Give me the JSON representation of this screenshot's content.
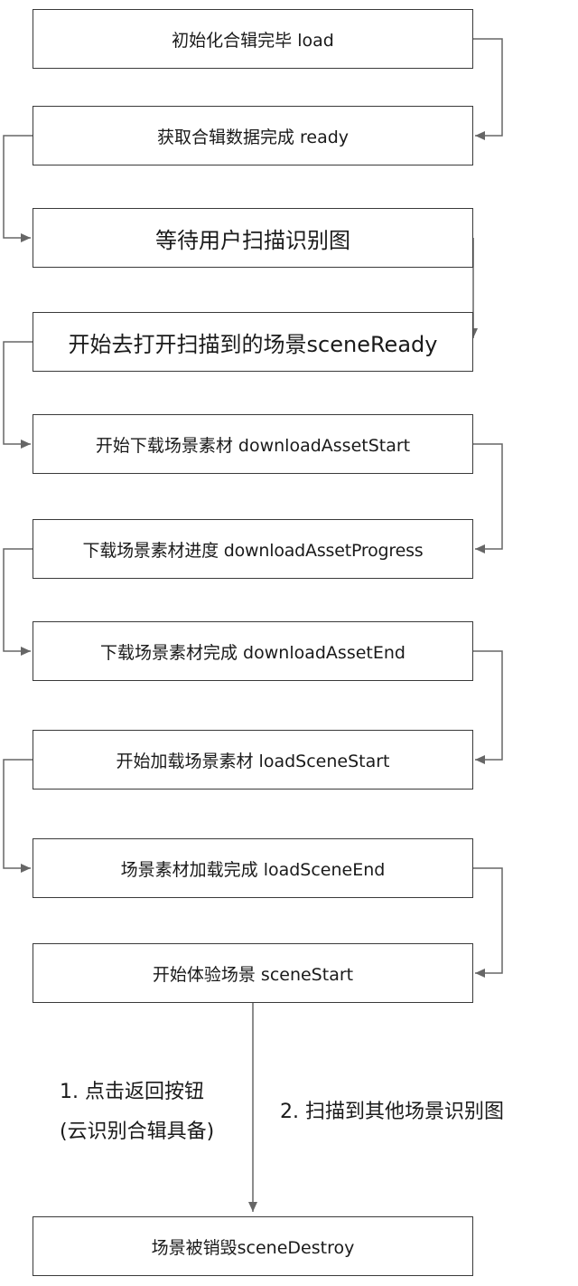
{
  "steps": [
    {
      "label": "初始化合辑完毕 load"
    },
    {
      "label": "获取合辑数据完成 ready"
    },
    {
      "label": "等待用户扫描识别图"
    },
    {
      "label": "开始去打开扫描到的场景sceneReady"
    },
    {
      "label": "开始下载场景素材 downloadAssetStart"
    },
    {
      "label": "下载场景素材进度 downloadAssetProgress"
    },
    {
      "label": "下载场景素材完成 downloadAssetEnd"
    },
    {
      "label": "开始加载场景素材 loadSceneStart"
    },
    {
      "label": "场景素材加载完成 loadSceneEnd"
    },
    {
      "label": "开始体验场景 sceneStart"
    },
    {
      "label": "场景被销毁sceneDestroy"
    }
  ],
  "edge_labels": {
    "left_line1": "1. 点击返回按钮",
    "left_line2": "(云识别合辑具备)",
    "right": "2. 扫描到其他场景识别图"
  },
  "colors": {
    "line": "#666666",
    "border": "#3a3a3a"
  }
}
